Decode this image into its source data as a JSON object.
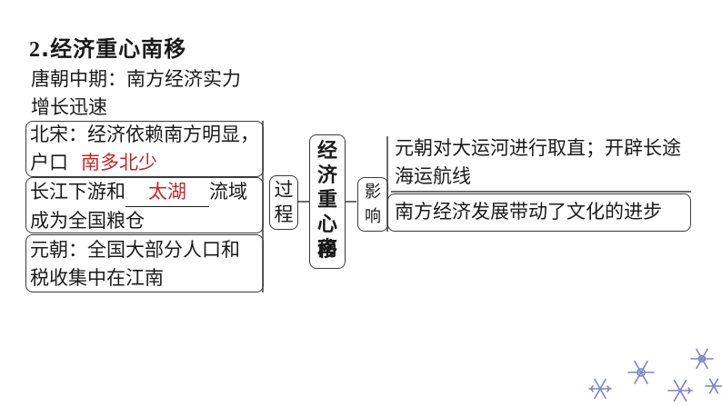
{
  "title": {
    "num": "2",
    "text": ".经济重心南移"
  },
  "process": {
    "tang": {
      "line1": "唐朝中期：南方经济实力",
      "line2": "增长迅速"
    },
    "song": {
      "line1": "北宋：经济依赖南方明显，",
      "prefix": "户口",
      "answer": "南多北少"
    },
    "lake": {
      "prefix": "长江下游和",
      "answer": "太湖",
      "suffix": "流域",
      "line2": "成为全国粮仓"
    },
    "yuan": {
      "line1": "元朝：全国大部分人口和",
      "line2": "税收集中在江南"
    }
  },
  "labels": {
    "process_chars": [
      "过",
      "程"
    ],
    "center_chars": [
      "经",
      "济",
      "重",
      "心",
      "南",
      "移"
    ],
    "impact_chars": [
      "影",
      "响"
    ]
  },
  "impact": {
    "item1": {
      "line1": "元朝对大运河进行取直；开辟长途",
      "line2": "海运航线"
    },
    "item2": "南方经济发展带动了文化的进步"
  }
}
